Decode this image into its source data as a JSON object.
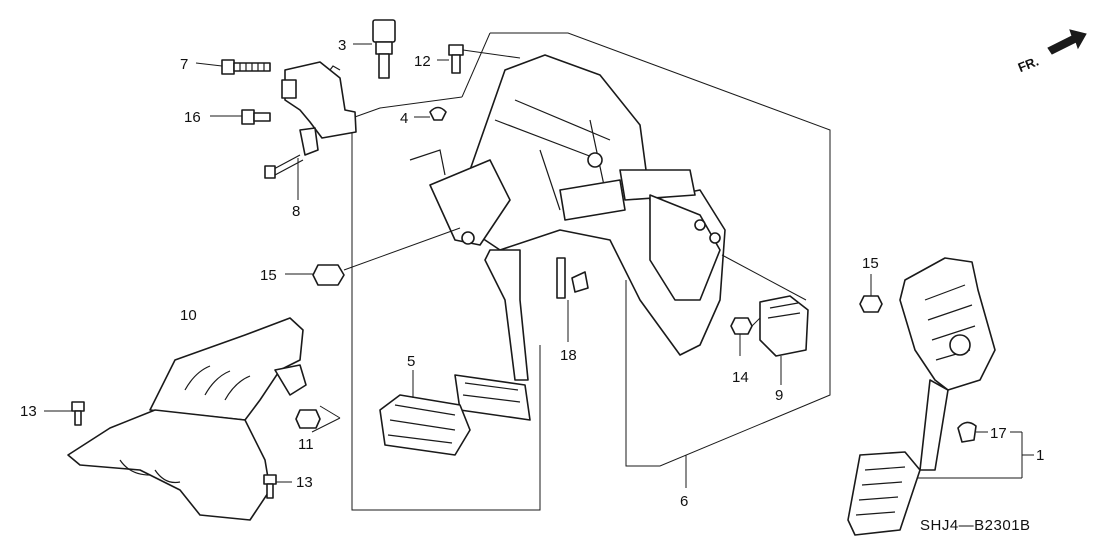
{
  "diagram": {
    "orientation_label": "FR.",
    "drawing_code": "SHJ4—B2301B",
    "callouts": {
      "c1": "1",
      "c3": "3",
      "c4": "4",
      "c5": "5",
      "c6": "6",
      "c7": "7",
      "c8": "8",
      "c9": "9",
      "c10": "10",
      "c11": "11",
      "c12": "12",
      "c13a": "13",
      "c13b": "13",
      "c14": "14",
      "c15a": "15",
      "c15b": "15",
      "c16": "16",
      "c17": "17",
      "c18": "18"
    }
  }
}
